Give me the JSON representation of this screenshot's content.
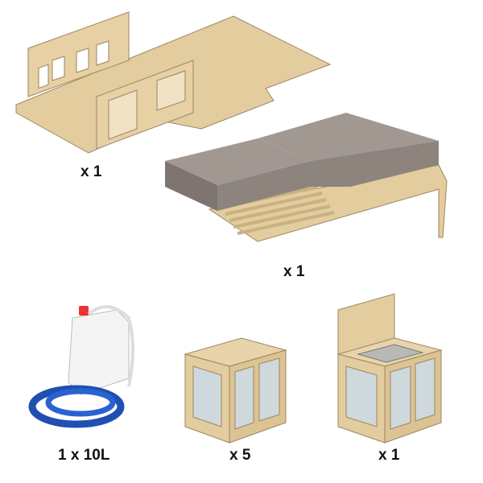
{
  "items": [
    {
      "name": "floor-panel",
      "quantity": "x 1"
    },
    {
      "name": "bed-with-mattress",
      "quantity": "x 1"
    },
    {
      "name": "water-tank-with-hose",
      "quantity": "1 x 10L"
    },
    {
      "name": "storage-cabinet",
      "quantity": "x 5"
    },
    {
      "name": "sink-cabinet",
      "quantity": "x 1"
    }
  ],
  "colors": {
    "wood": "#e3cc9e",
    "wood_edge": "#9c8660",
    "mattress": "#8d847e",
    "window": "#cfd8dc",
    "hose": "#1f4fb0"
  }
}
